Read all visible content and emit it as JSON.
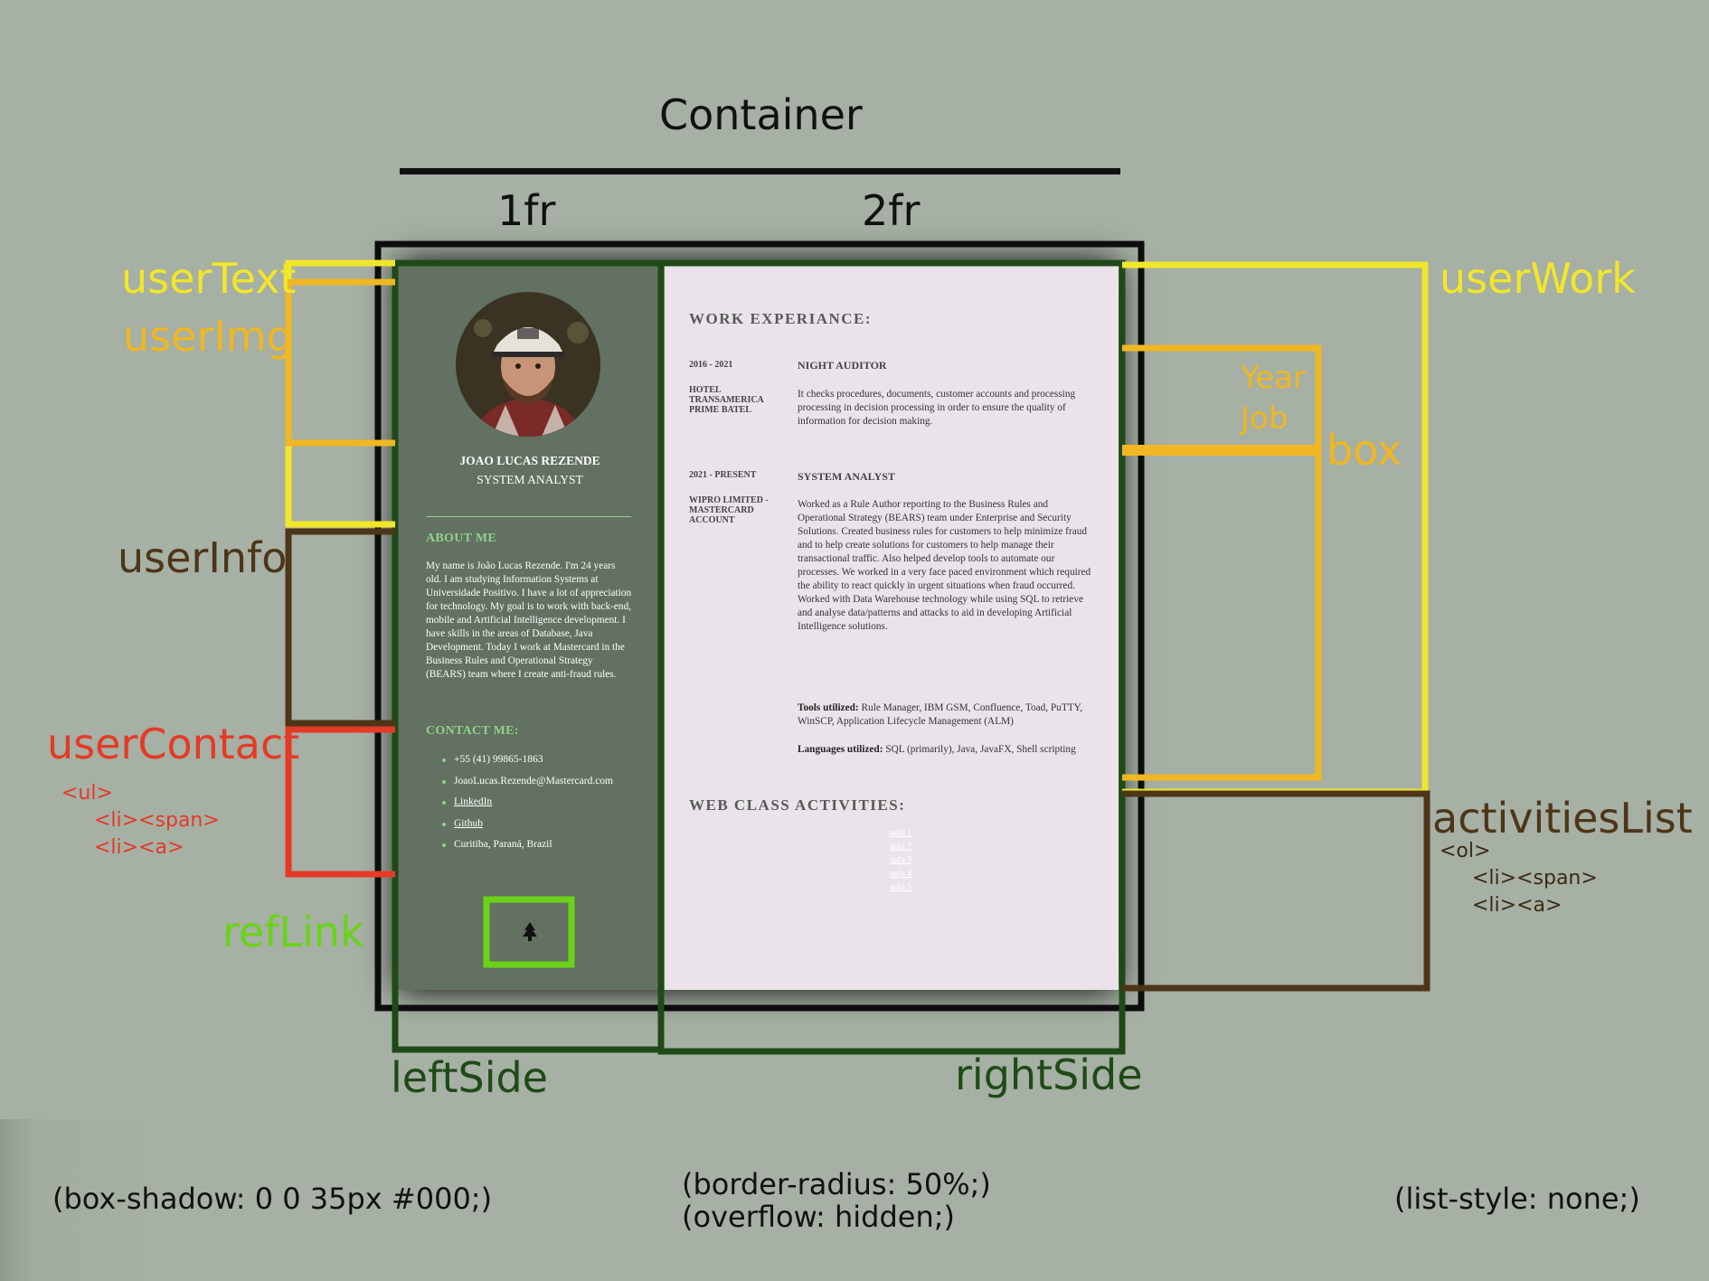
{
  "container": {
    "title": "Container",
    "col_left": "1fr",
    "col_right": "2fr"
  },
  "labels": {
    "userText": "userText",
    "userImg": "userImg",
    "userInfo": "userInfo",
    "userContact": "userContact",
    "refLink": "refLink",
    "userWork": "userWork",
    "year": "Year",
    "job": "Job",
    "box": "box",
    "activitiesList": "activitiesList",
    "leftSide": "leftSide",
    "rightSide": "rightSide"
  },
  "code": {
    "contact_ul": "<ul>",
    "contact_li_span": "<li><span>",
    "contact_li_a": "<li><a>",
    "activities_ol": "<ol>",
    "activities_li_span": "<li><span>",
    "activities_li_a": "<li><a>"
  },
  "footer": {
    "left": "(box-shadow: 0 0 35px #000;)",
    "center_1": "(border-radius: 50%;)",
    "center_2": "(overflow: hidden;)",
    "right": "(list-style: none;)"
  },
  "colors": {
    "background": "#a6b0a4",
    "userText": "#f2e62b",
    "userImg": "#f0b722",
    "userInfo": "#4d3518",
    "userContact": "#e43a27",
    "refLink": "#6ad317",
    "side": "#1f4a17",
    "left_panel": "#627161",
    "right_panel": "#ebe3ea",
    "accent_green": "#8fd18a"
  },
  "resume": {
    "name": "JOAO LUCAS REZENDE",
    "role": "SYSTEM ANALYST",
    "about_heading": "ABOUT ME",
    "about_text": "My name is João Lucas Rezende. I'm 24 years old. I am studying Information Systems at Universidade Positivo. I have a lot of appreciation for technology. My goal is to work with back-end, mobile and Artificial Intelligence development. I have skills in the areas of Database, Java Development. Today I work at Mastercard in the Business Rules and Operational Strategy (BEARS) team where I create anti-fraud rules.",
    "contact_heading": "CONTACT ME:",
    "contacts": [
      "+55 (41) 99865-1863",
      "JoaoLucas.Rezende@Mastercard.com",
      "LinkedIn",
      "Github",
      "Curitiba, Paraná, Brazil"
    ],
    "ref_icon": "tree-icon",
    "work_heading": "WORK EXPERIANCE:",
    "jobs": [
      {
        "years": "2016 - 2021",
        "company": "HOTEL TRANSAMERICA PRIME BATEL",
        "title": "NIGHT AUDITOR",
        "description": "It checks procedures, documents, customer accounts and processing processing in decision processing in order to ensure the quality of information for decision making."
      },
      {
        "years": "2021 - PRESENT",
        "company": "WIPRO LIMITED - MASTERCARD ACCOUNT",
        "title": "SYSTEM ANALYST",
        "description": "Worked as a Rule Author reporting to the Business Rules and Operational Strategy (BEARS) team under Enterprise and Security Solutions. Created business rules for customers to help minimize fraud and to help create solutions for customers to help manage their transactional traffic. Also helped develop tools to automate our processes. We worked in a very face paced environment which required the ability to react quickly in urgent situations when fraud occurred. Worked with Data Warehouse technology while using SQL to retrieve and analyse data/patterns and attacks to aid in developing Artificial Intelligence solutions.",
        "tools_label": "Tools utilized:",
        "tools": "Rule Manager, IBM GSM, Confluence, Toad, PuTTY, WinSCP, Application Lifecycle Management (ALM)",
        "languages_label": "Languages utilized:",
        "languages": "SQL (primarily), Java, JavaFX, Shell scripting"
      }
    ],
    "activities_heading": "WEB CLASS ACTIVITIES:",
    "activities": [
      "aula 1",
      "aula 2",
      "aula 3",
      "aula 4",
      "aula 5"
    ]
  }
}
